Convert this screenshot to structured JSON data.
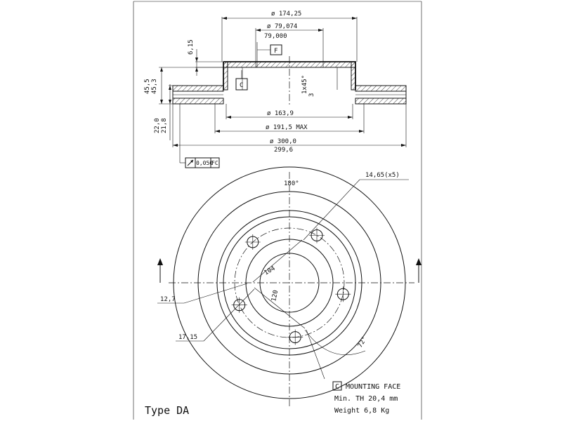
{
  "dimensions": {
    "d_outer_hat": "ø 174,25",
    "d_pilot_1": "ø 79,074",
    "d_pilot_2": "79,000",
    "hat_thk": "6,15",
    "flange_1": "45,3",
    "flange_2": "45,5",
    "thk_1": "22,0",
    "thk_2": "21,8",
    "chamfer": "1x45°",
    "chamfer_3": "3",
    "d_inner": "ø 163,9",
    "d_max": "ø 191,5 MAX",
    "d_disc_1": "ø 300,0",
    "d_disc_2": "299,6",
    "runout_value": "0,050",
    "runout_ref": "FC",
    "angle_top": "180°",
    "hole_dia": "14,65(x5)",
    "pcd": "104",
    "pcd2": "120",
    "dim_127": "12,7",
    "dim_1715": "17,15",
    "angle_72": "72°"
  },
  "datums": {
    "f": "F",
    "c": "C"
  },
  "notes": {
    "c_box": "C",
    "mounting_face": "MOUNTING FACE",
    "min_th": "Min. TH 20,4 mm",
    "weight": "Weight 6,8 Kg",
    "type": "Type DA"
  },
  "bolt_holes": [
    {
      "angle_deg": 60
    },
    {
      "angle_deg": 132
    },
    {
      "angle_deg": 204
    },
    {
      "angle_deg": 276
    },
    {
      "angle_deg": 348
    }
  ]
}
